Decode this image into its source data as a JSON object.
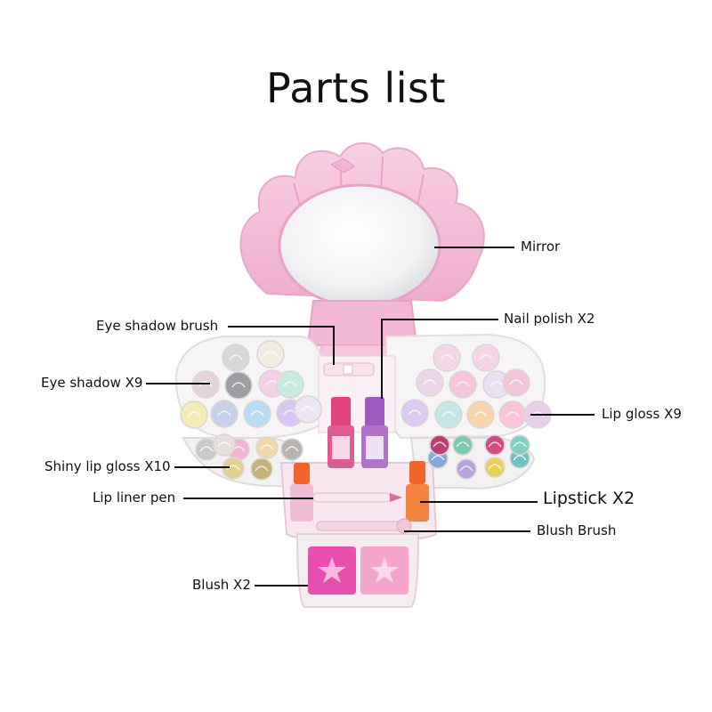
{
  "title": "Parts list",
  "labels": {
    "mirror": "Mirror",
    "eye_shadow_brush": "Eye shadow brush",
    "nail_polish": "Nail polish X2",
    "eye_shadow": "Eye shadow X9",
    "lip_gloss": "Lip gloss X9",
    "shiny_lip_gloss": "Shiny lip gloss X10",
    "lip_liner_pen": "Lip liner pen",
    "lipstick": "Lipstick X2",
    "blush_brush": "Blush Brush",
    "blush": "Blush X2"
  },
  "colors": {
    "shell_pink": "#f4bfd8",
    "shell_dark": "#e79dc2",
    "tray_white": "#f3f1f2",
    "line": "#111111",
    "nail_polish_pink": "#e0437e",
    "nail_polish_purple": "#9e5bbd",
    "lipstick_orange": "#f2652a",
    "blush_magenta": "#e84fae",
    "blush_pink": "#f6a6cc"
  },
  "swatches": {
    "left_eye_shadow": [
      "#d9d6d8",
      "#f1ede2",
      "#e3d4d9",
      "#9e9ea2",
      "#f5cfe4",
      "#c7ecdf",
      "#f3ecb6",
      "#c7d0e9",
      "#b9dbf2",
      "#d6c6f0",
      "#ede7f3"
    ],
    "right_lip_gloss": [
      "#f4d7e5",
      "#f5d4e6",
      "#ebd6e8",
      "#f7c6db",
      "#e9e0f0",
      "#f0c6d8",
      "#dcc9f1",
      "#c3e7e6",
      "#f7d6ae",
      "#f9c4d7",
      "#e8cfe9"
    ],
    "shiny_lip_gloss": [
      "#c9c9c9",
      "#f0b4d0",
      "#f1d7a8",
      "#b7b3b0",
      "#e1cf93",
      "#c5b17a",
      "#e7e0da"
    ],
    "right_glitter": [
      "#7fcbb2",
      "#d24b84",
      "#85a8d8",
      "#6fc1c4",
      "#b8a2e0",
      "#e8d05a",
      "#b84074",
      "#7fd1c0"
    ]
  }
}
